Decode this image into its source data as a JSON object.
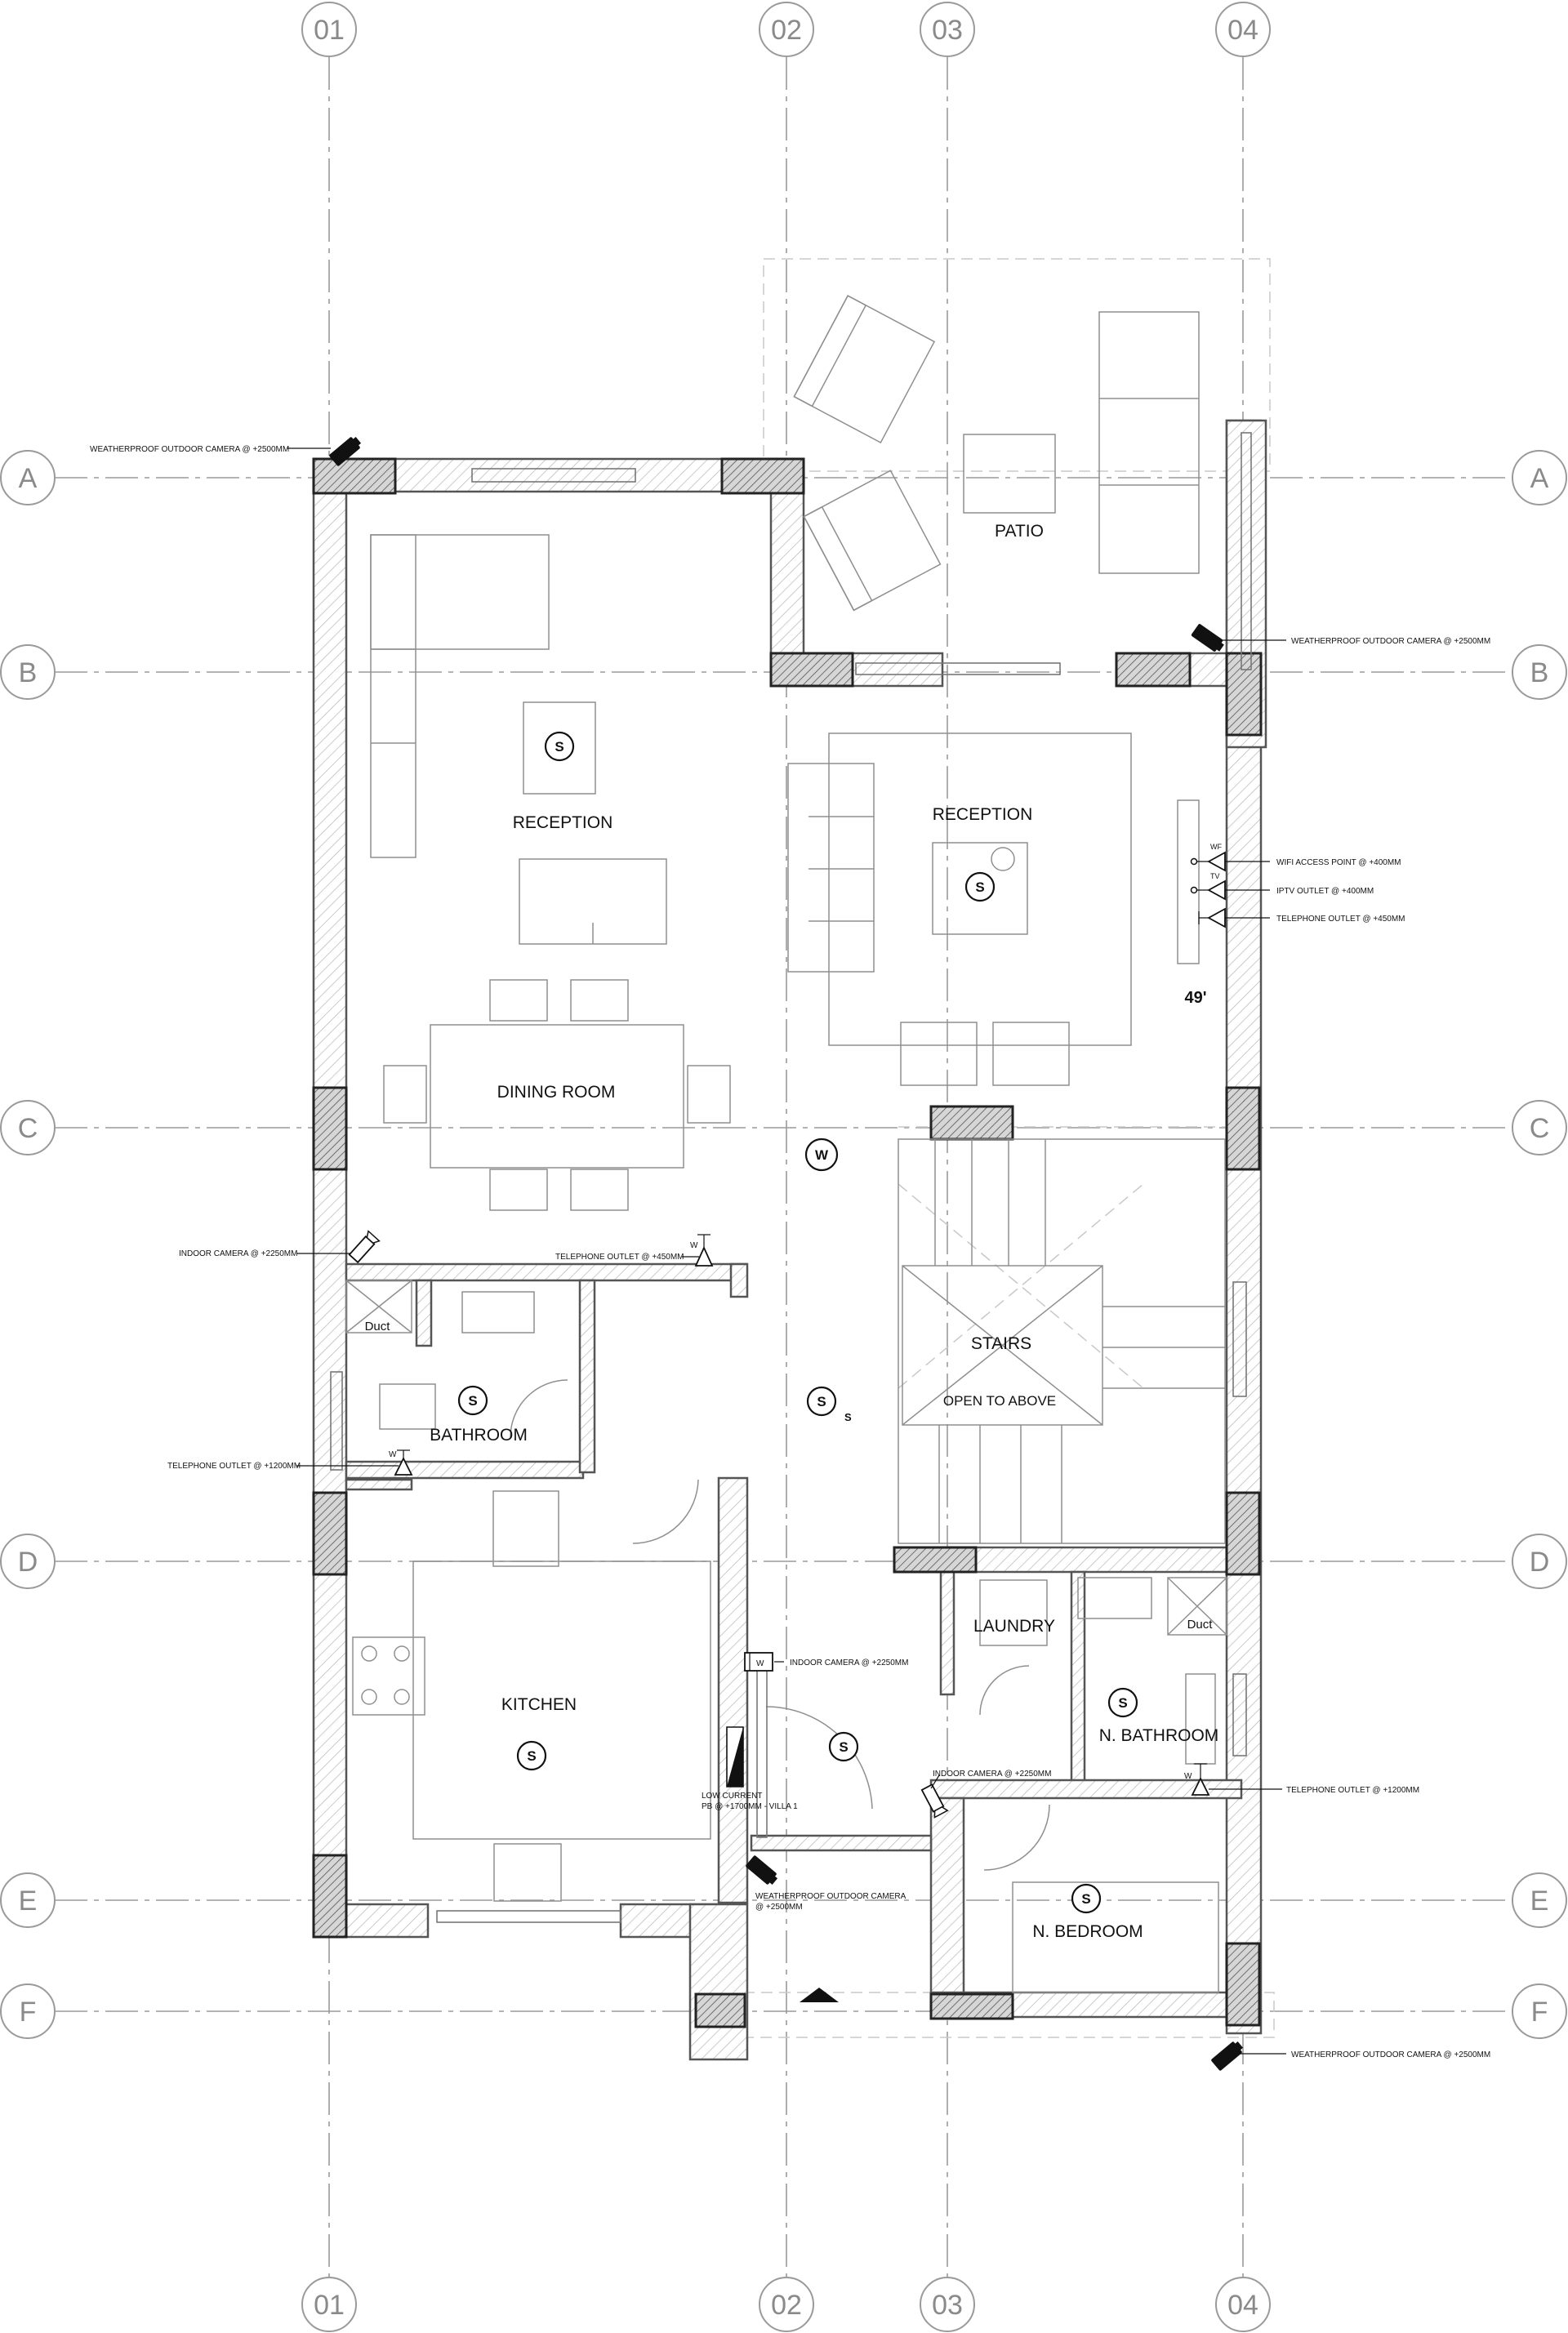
{
  "grid": {
    "columns": [
      "01",
      "02",
      "03",
      "04"
    ],
    "rows": [
      "A",
      "B",
      "C",
      "D",
      "E",
      "F"
    ]
  },
  "rooms": {
    "patio": "PATIO",
    "reception_left": "RECEPTION",
    "reception_right": "RECEPTION",
    "dining": "DINING ROOM",
    "bathroom": "BATHROOM",
    "stairs": "STAIRS",
    "open_above": "OPEN TO ABOVE",
    "kitchen": "KITCHEN",
    "laundry": "LAUNDRY",
    "n_bathroom": "N. BATHROOM",
    "n_bedroom": "N. BEDROOM",
    "duct_left": "Duct",
    "duct_right": "Duct"
  },
  "annotations": {
    "cam_a": "WEATHERPROOF OUTDOOR CAMERA @ +2500MM",
    "cam_b": "WEATHERPROOF OUTDOOR CAMERA @ +2500MM",
    "wifi": "WIFI ACCESS POINT @ +400MM",
    "iptv": "IPTV OUTLET @ +400MM",
    "tel_450_right": "TELEPHONE OUTLET @ +450MM",
    "tv_size": "49'",
    "indoor_cam_left": "INDOOR CAMERA @ +2250MM",
    "tel_450_left": "TELEPHONE OUTLET @ +450MM",
    "tel_1200_left": "TELEPHONE OUTLET @ +1200MM",
    "indoor_cam_mid": "INDOOR CAMERA @ +2250MM",
    "low_current_1": "LOW CURRENT",
    "low_current_2": "PB @ +1700MM - VILLA 1",
    "indoor_cam_low": "INDOOR CAMERA @ +2250MM",
    "tel_1200_right": "TELEPHONE OUTLET @ +1200MM",
    "cam_e_1": "WEATHERPROOF OUTDOOR CAMERA",
    "cam_e_2": "@ +2500MM",
    "cam_f": "WEATHERPROOF OUTDOOR CAMERA @ +2500MM"
  },
  "symbols": {
    "speaker": "S",
    "wifi_point": "W",
    "small_s": "S",
    "outlet_w": "W",
    "wf": "WF",
    "tv": "TV"
  }
}
